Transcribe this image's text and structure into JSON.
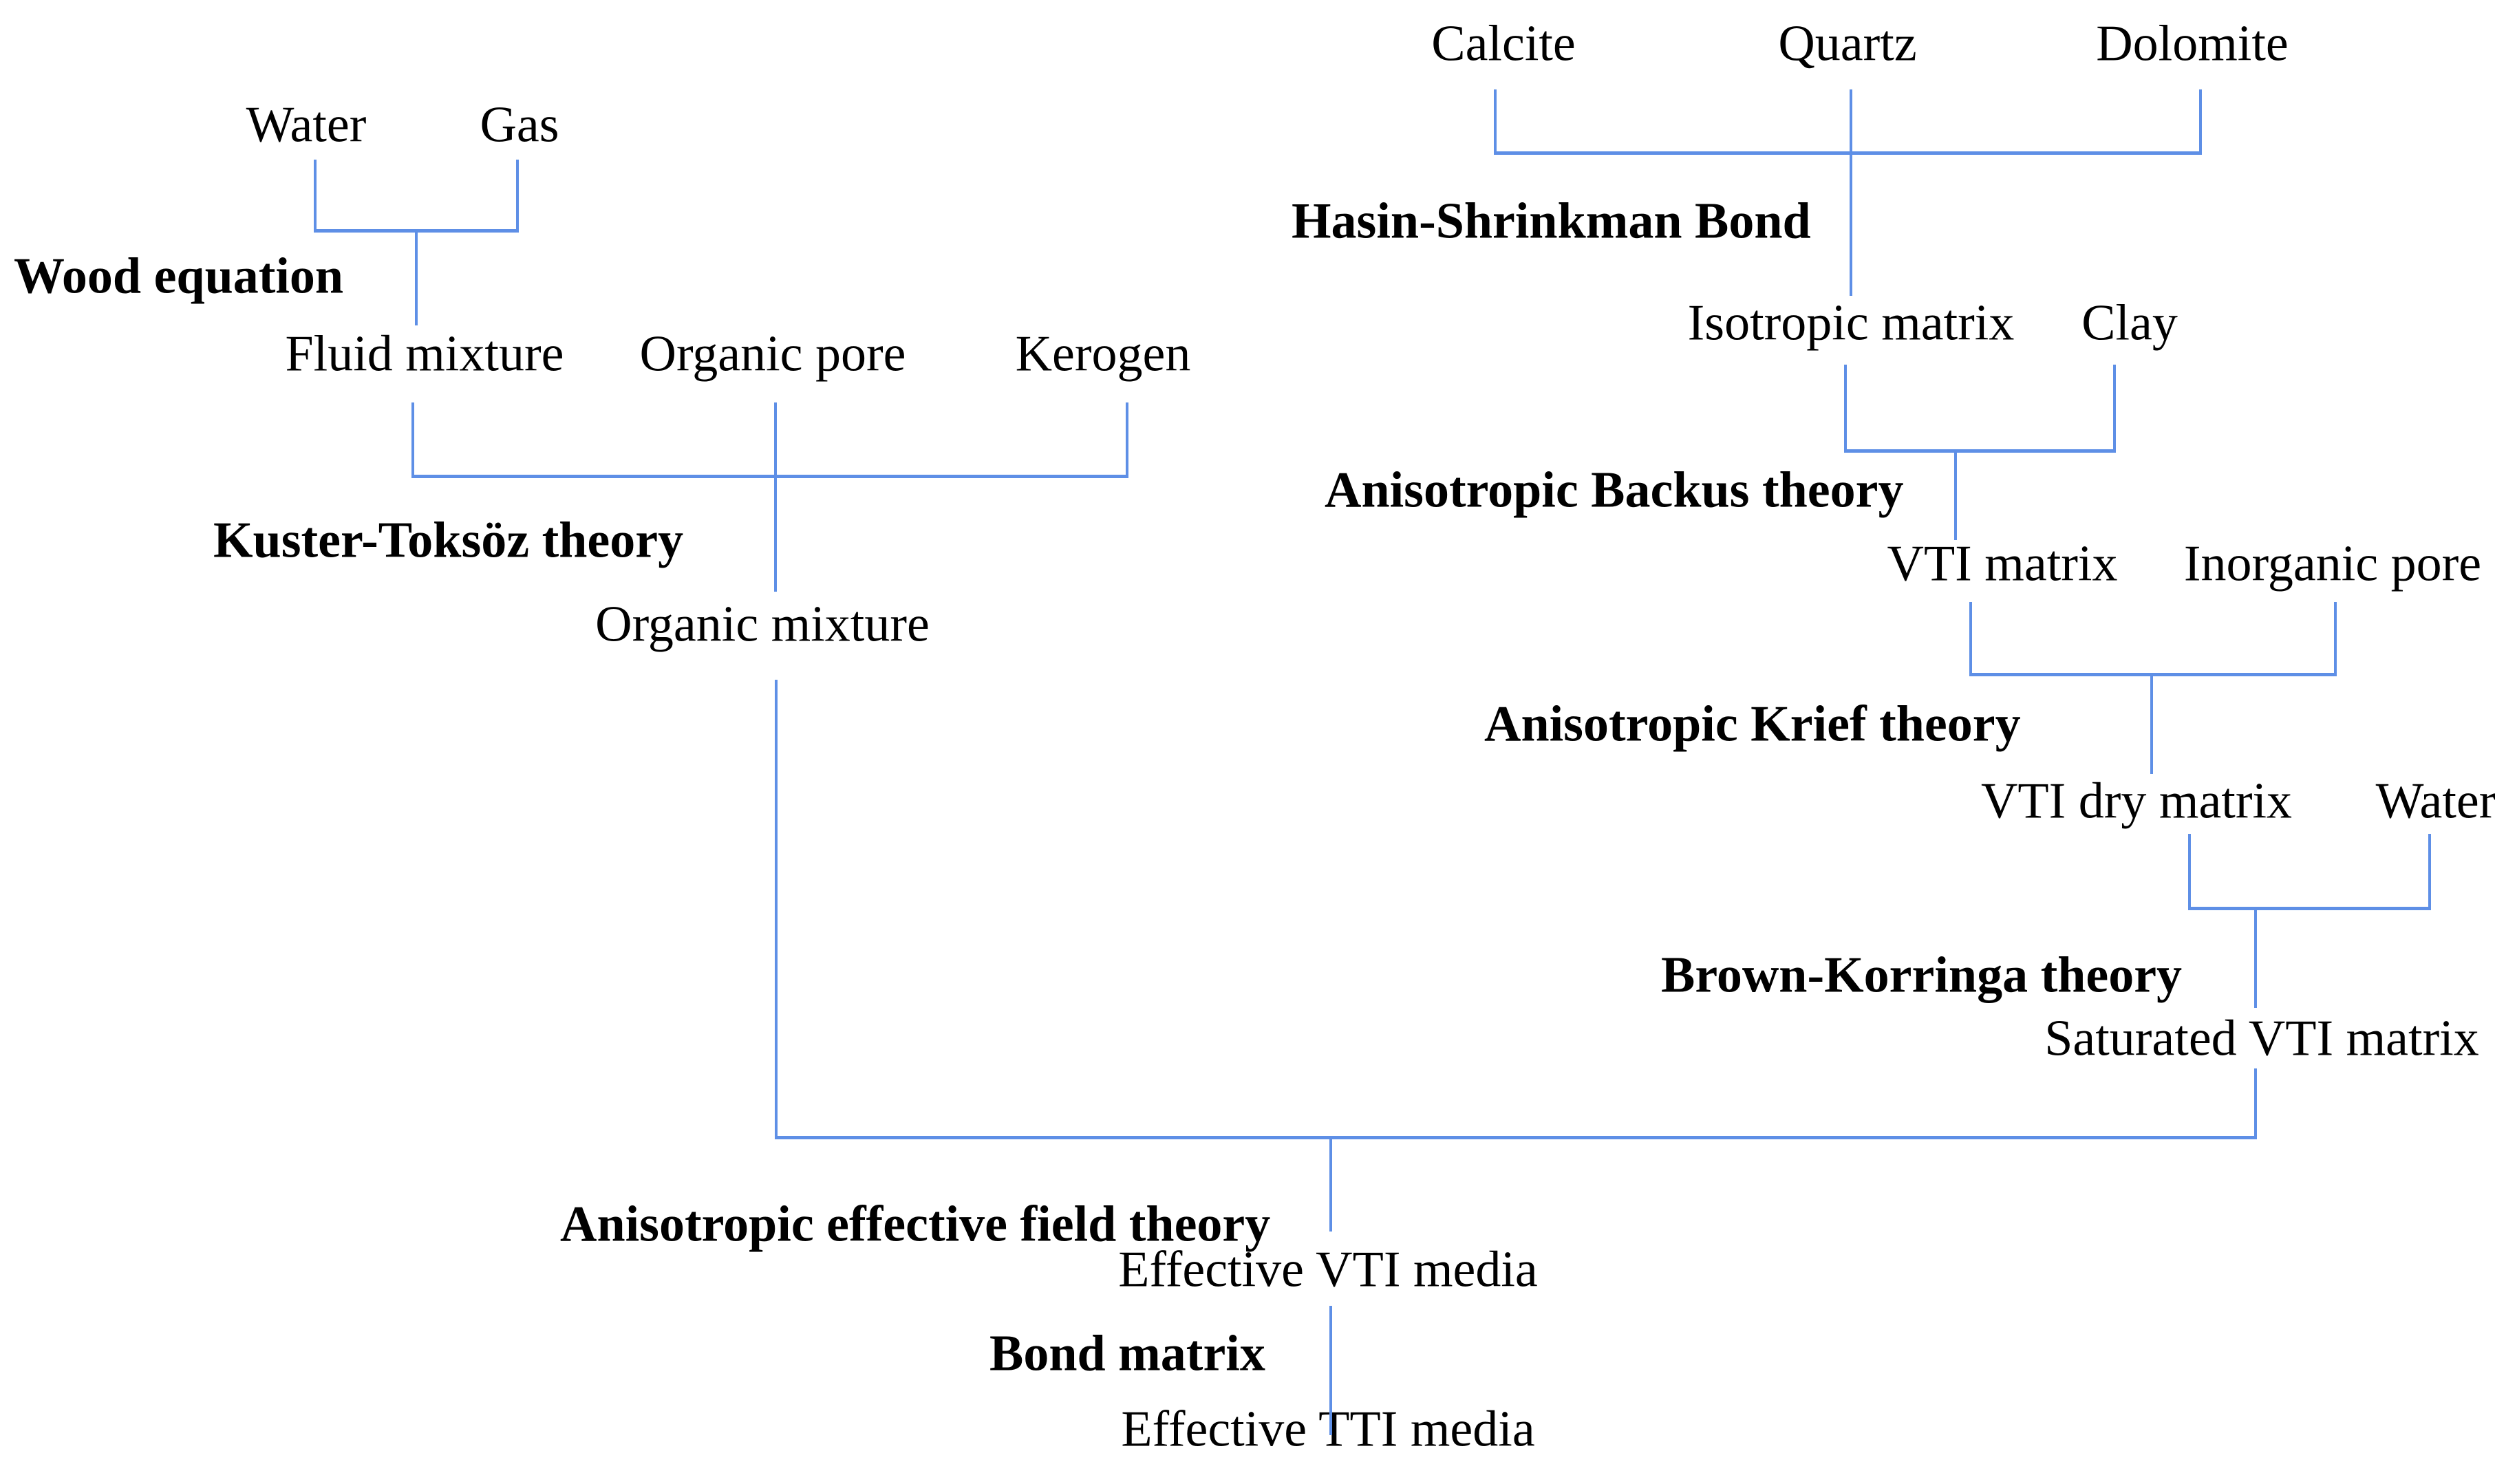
{
  "palette": {
    "background": "#FFFFFF",
    "line": "#5E8FE6",
    "text": "#000000"
  },
  "nodes": {
    "water_left": {
      "label": "Water"
    },
    "gas": {
      "label": "Gas"
    },
    "fluid_mixture": {
      "label": "Fluid mixture"
    },
    "organic_pore": {
      "label": "Organic pore"
    },
    "kerogen": {
      "label": "Kerogen"
    },
    "organic_mixture": {
      "label": "Organic mixture"
    },
    "calcite": {
      "label": "Calcite"
    },
    "quartz": {
      "label": "Quartz"
    },
    "dolomite": {
      "label": "Dolomite"
    },
    "isotropic_matrix": {
      "label": "Isotropic matrix"
    },
    "clay": {
      "label": "Clay"
    },
    "vti_matrix": {
      "label": "VTI matrix"
    },
    "inorganic_pore": {
      "label": "Inorganic pore"
    },
    "vti_dry_matrix": {
      "label": "VTI dry matrix"
    },
    "water_right": {
      "label": "Water"
    },
    "saturated_vti_matrix": {
      "label": "Saturated VTI matrix"
    },
    "effective_vti_media": {
      "label": "Effective VTI media"
    },
    "effective_tti_media": {
      "label": "Effective TTI media"
    }
  },
  "theories": {
    "wood": {
      "label": "Wood equation"
    },
    "kuster_toksoz": {
      "label": "Kuster-Toksöz theory"
    },
    "hasin_shrinkman": {
      "label": "Hasin-Shrinkman Bond"
    },
    "backus": {
      "label": "Anisotropic Backus theory"
    },
    "krief": {
      "label": "Anisotropic Krief theory"
    },
    "brown_korringa": {
      "label": "Brown-Korringa theory"
    },
    "effective_field": {
      "label": "Anisotropic effective field theory"
    },
    "bond_matrix": {
      "label": "Bond matrix"
    }
  },
  "connections": [
    {
      "inputs": [
        "Water",
        "Gas"
      ],
      "method": "Wood equation",
      "output": "Fluid mixture"
    },
    {
      "inputs": [
        "Fluid mixture",
        "Organic pore",
        "Kerogen"
      ],
      "method": "Kuster-Toksöz theory",
      "output": "Organic mixture"
    },
    {
      "inputs": [
        "Calcite",
        "Quartz",
        "Dolomite"
      ],
      "method": "Hasin-Shrinkman Bond",
      "output": "Isotropic matrix"
    },
    {
      "inputs": [
        "Isotropic matrix",
        "Clay"
      ],
      "method": "Anisotropic Backus theory",
      "output": "VTI matrix"
    },
    {
      "inputs": [
        "VTI matrix",
        "Inorganic pore"
      ],
      "method": "Anisotropic Krief theory",
      "output": "VTI dry matrix"
    },
    {
      "inputs": [
        "VTI dry matrix",
        "Water"
      ],
      "method": "Brown-Korringa theory",
      "output": "Saturated VTI matrix"
    },
    {
      "inputs": [
        "Organic mixture",
        "Saturated VTI matrix"
      ],
      "method": "Anisotropic effective field theory",
      "output": "Effective VTI media"
    },
    {
      "inputs": [
        "Effective VTI media"
      ],
      "method": "Bond matrix",
      "output": "Effective TTI media"
    }
  ]
}
